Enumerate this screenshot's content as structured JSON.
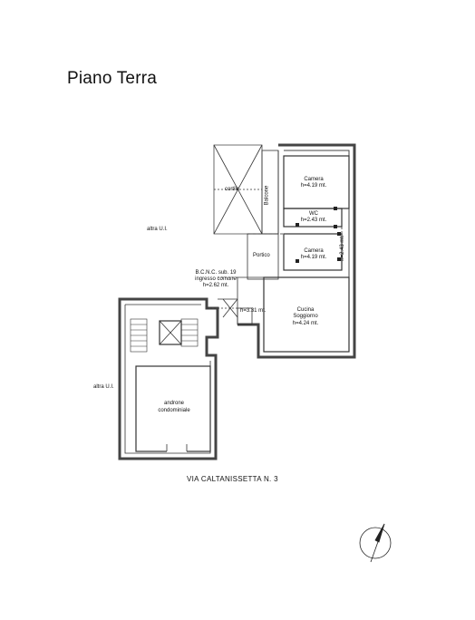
{
  "title": "Piano Terra",
  "street": "VIA CALTANISSETTA N. 3",
  "labels": {
    "cortile": "cortile",
    "balcone": "Balcone",
    "altra_ui_top": "altra U.I.",
    "altra_ui_bottom": "altra U.I.",
    "camera1_name": "Camera",
    "camera1_h": "h=4.19 mt.",
    "wc_name": "WC",
    "wc_h": "h=2.43 mt.",
    "camera2_name": "Camera",
    "camera2_h": "h=4.19 mt.",
    "side_h": "h=2.43 mt.",
    "portico": "Portico",
    "bcnc_1": "B.C.N.C. sub. 19",
    "bcnc_2": "ingresso comune",
    "bcnc_3": "h=2.62 mt.",
    "small_h": "h=3.31 mt.",
    "cucina_1": "Cucina",
    "cucina_2": "Soggiorno",
    "cucina_h": "h=4.24 mt.",
    "androne_1": "androne",
    "androne_2": "condominiale"
  },
  "colors": {
    "wall": "#555555",
    "line": "#222222"
  }
}
